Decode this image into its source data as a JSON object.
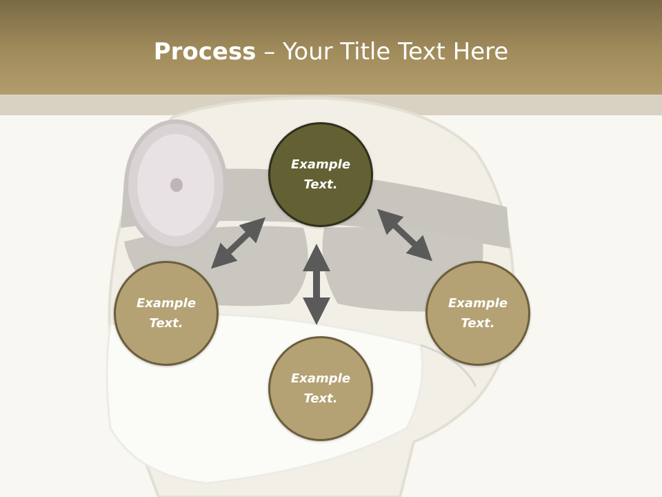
{
  "slide": {
    "title_bold": "Process",
    "title_rest": " – Your Title Text Here"
  },
  "nodes": {
    "top": {
      "label": "Example\nText."
    },
    "left": {
      "label": "Example\nText."
    },
    "right": {
      "label": "Example\nText."
    },
    "bottom": {
      "label": "Example\nText."
    }
  },
  "colors": {
    "header": "#a18c5c",
    "node_dark": "#636033",
    "node_light": "#b5a274",
    "arrow": "#5a5a5a"
  }
}
